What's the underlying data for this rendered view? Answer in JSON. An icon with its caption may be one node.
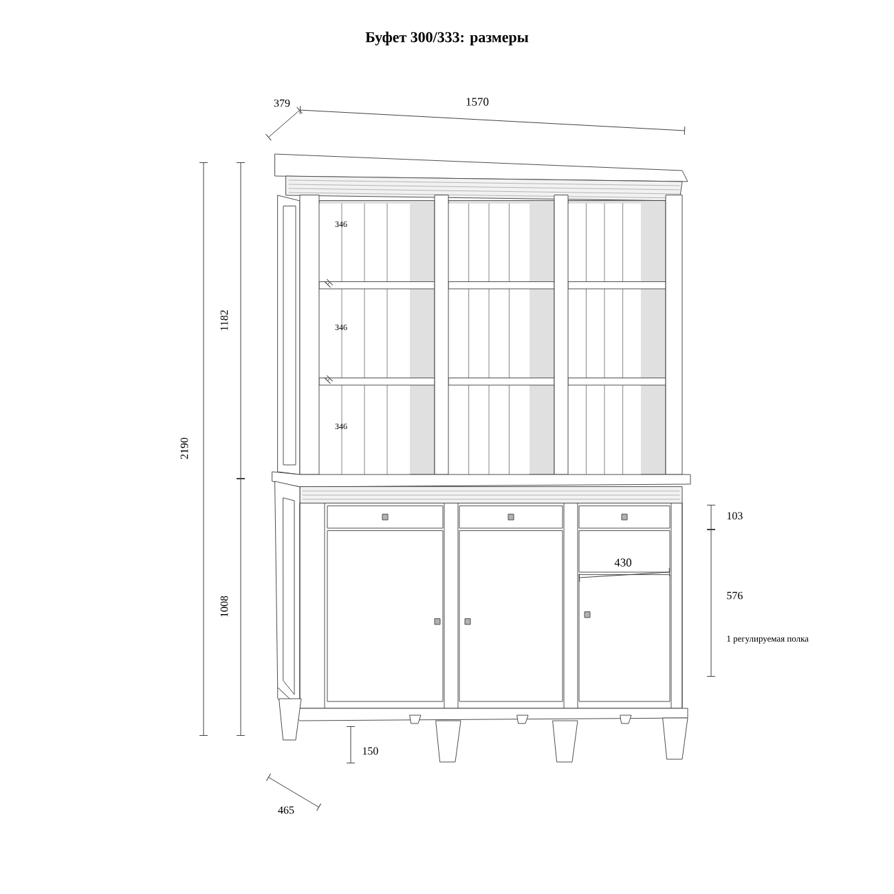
{
  "diagram": {
    "title": "Буфет 300/333: размеры",
    "labels": [
      "379",
      "1570",
      "346",
      "1182",
      "346",
      "2190",
      "346",
      "103",
      "430",
      "576",
      "1 регулируемая полка",
      "1008",
      "150",
      "465"
    ]
  }
}
